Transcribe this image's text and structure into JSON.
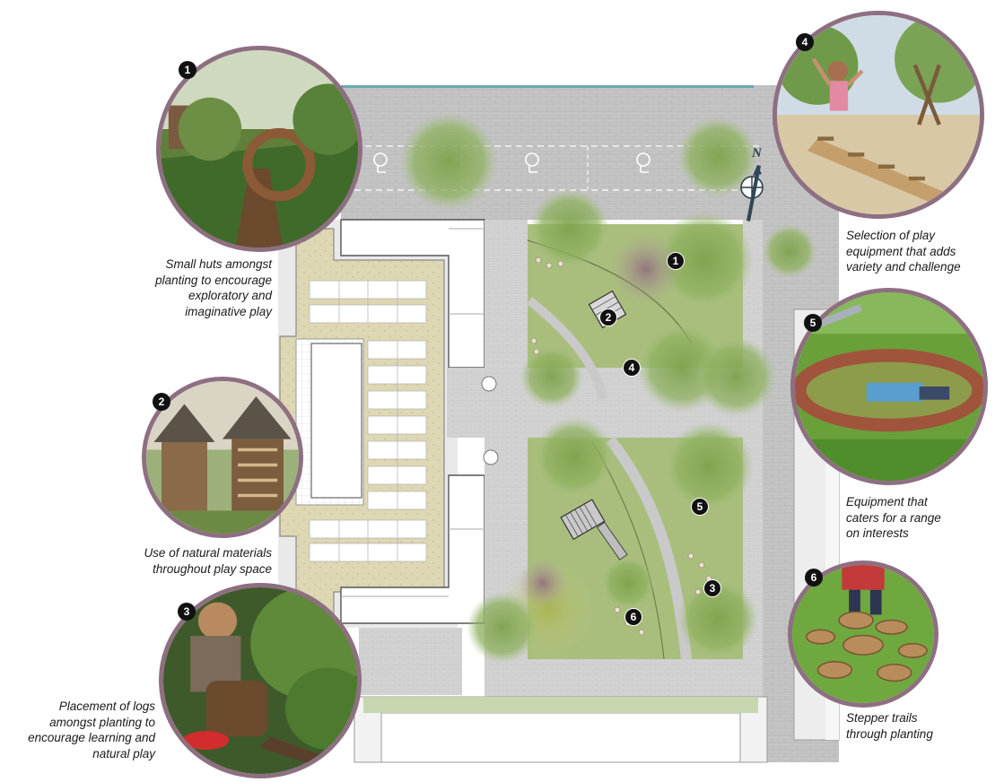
{
  "callouts": [
    {
      "num": "1",
      "lines": [
        "Small huts amongst",
        "planting to encourage",
        "exploratory and",
        "imaginative play"
      ]
    },
    {
      "num": "2",
      "lines": [
        "Use of natural materials",
        "throughout play space"
      ]
    },
    {
      "num": "3",
      "lines": [
        "Placement of logs",
        "amongst planting to",
        "encourage learning and",
        "natural play"
      ]
    },
    {
      "num": "4",
      "lines": [
        "Selection of play",
        "equipment that adds",
        "variety and challenge"
      ]
    },
    {
      "num": "5",
      "lines": [
        "Equipment that",
        "caters for a range",
        "on interests"
      ]
    },
    {
      "num": "6",
      "lines": [
        "Stepper trails",
        "through planting"
      ]
    }
  ],
  "plan_markers": [
    "1",
    "2",
    "4",
    "5",
    "3",
    "6"
  ],
  "compass": {
    "label": "N"
  },
  "colors": {
    "frame": "#8e6f82",
    "lawn": "#a9be7c",
    "paving": "#b5b5b5",
    "sand_court": "#ddd7b3",
    "tree": "#8fae5f"
  }
}
